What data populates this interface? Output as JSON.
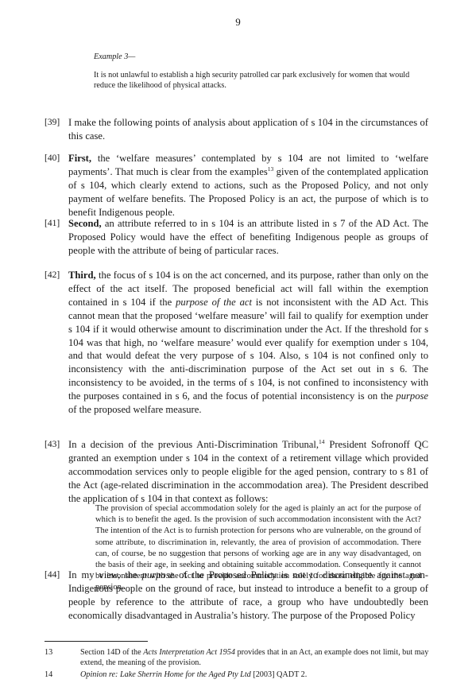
{
  "page_number": "9",
  "example": {
    "label": "Example 3",
    "text": "It is not unlawful to establish a high security patrolled car park exclusively for women that would reduce the likelihood of physical attacks."
  },
  "paragraphs": [
    {
      "num": "[39]",
      "text": "I make the following points of analysis about application of s 104 in the circumstances of this case."
    },
    {
      "num": "[40]",
      "lead": "First,",
      "text_a": " the ‘welfare measures’ contemplated by s 104 are not limited to ‘welfare payments’. That much is clear from the examples",
      "sup": "13",
      "text_b": " given of the contemplated application of s 104, which clearly extend to actions, such as the Proposed Policy, and not only payment of welfare benefits. The Proposed Policy is an act, the purpose of which is to benefit Indigenous people."
    },
    {
      "num": "[41]",
      "lead": "Second,",
      "text": " an attribute referred to in s 104 is an attribute listed in s 7 of the AD Act. The Proposed Policy would have the effect of benefiting Indigenous people as groups of people with the attribute of being of particular races."
    },
    {
      "num": "[42]",
      "lead": "Third,",
      "text_a": " the focus of s 104 is on the act concerned, and its purpose, rather than only on the effect of the act itself. The proposed beneficial act will fall within the exemption contained in s 104 if the ",
      "ital_a": "purpose of the act",
      "text_b": " is not inconsistent with the AD Act. This cannot mean that the proposed ‘welfare measure’ will fail to qualify for exemption under s 104 if it would otherwise amount to discrimination under the Act. If the threshold for s 104 was that high, no ‘welfare measure’ would ever qualify for exemption under s 104, and that would defeat the very purpose of s 104. Also, s 104 is not confined only to inconsistency with the anti-discrimination purpose of the Act set out in s 6. The inconsistency to be avoided, in the terms of s 104, is not confined to inconsistency with the purposes contained in s 6, and the focus of potential inconsistency is on the ",
      "ital_b": "purpose",
      "text_c": " of the proposed welfare measure."
    },
    {
      "num": "[43]",
      "text_a": "In a decision of the previous Anti-Discrimination Tribunal,",
      "sup": "14",
      "text_b": " President Sofronoff QC granted an exemption under s 104 in the context of a retirement village which provided accommodation services only to people eligible for the aged pension, contrary to s 81 of the Act (age-related discrimination in the accommodation area). The President described the application of s 104 in that context as follows:"
    },
    {
      "num": "[44]",
      "text_a": "In my view, the ",
      "ital_a": "purpose",
      "text_b": " of the Proposed Policy is not to discriminate against non-Indigenous people on the ground of race, but instead to introduce a benefit to a group of people by reference to the attribute of race, a group who have undoubtedly been economically disadvantaged in Australia’s history. The purpose of the Proposed Policy"
    }
  ],
  "quote": "The provision of special accommodation solely for the aged is plainly an act for the purpose of which is to benefit the aged. Is the provision of such accommodation inconsistent with the Act? The intention of the Act is to furnish protection for persons who are vulnerable, on the ground of some attribute, to discrimination in, relevantly, the area of provision of accommodation. There can, of course, be no suggestion that persons of working age are in any way disadvantaged, on the basis of their age, in seeking and obtaining suitable accommodation. Consequently it cannot be inconsistent with the Act to provide accommodation solely for those eligible for the aged pension.",
  "footnotes": [
    {
      "num": "13",
      "text_a": "Section 14D of the ",
      "ital": "Acts Interpretation Act 1954",
      "text_b": " provides that in an Act, an example does not limit, but may extend, the meaning of the provision."
    },
    {
      "num": "14",
      "ital": "Opinion re: Lake Sherrin Home for the Aged Pty Ltd",
      "text_b": " [2003] QADT 2."
    }
  ]
}
